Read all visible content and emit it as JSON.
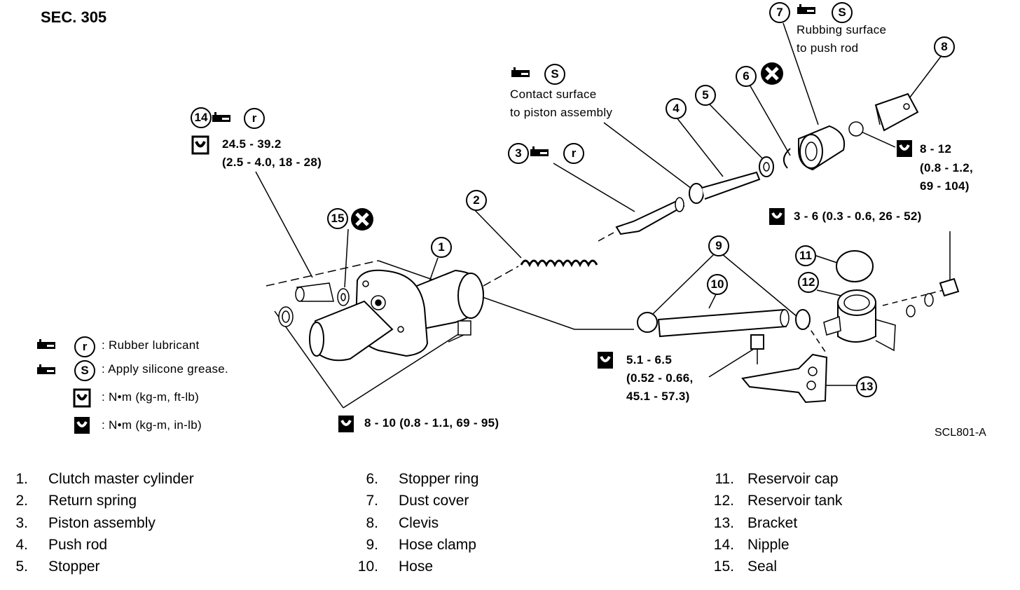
{
  "section": "SEC. 305",
  "figure_code": "SCL801-A",
  "callouts": {
    "c1": "1",
    "c2": "2",
    "c3": "3",
    "c4": "4",
    "c5": "5",
    "c6": "6",
    "c7": "7",
    "c8": "8",
    "c9": "9",
    "c10": "10",
    "c11": "11",
    "c12": "12",
    "c13": "13",
    "c14": "14",
    "c15": "15"
  },
  "symbols": {
    "r": "r",
    "s": "S"
  },
  "annotations": {
    "rubbing_1": "Rubbing surface",
    "rubbing_2": "to push rod",
    "contact_1": "Contact surface",
    "contact_2": "to piston assembly"
  },
  "torques": {
    "nipple_1": "24.5 - 39.2",
    "nipple_2": "(2.5 - 4.0, 18 - 28)",
    "clevis_1": "8 - 12",
    "clevis_2": "(0.8 - 1.2,",
    "clevis_3": "69 - 104)",
    "nut": "3 - 6 (0.3 - 0.6, 26 - 52)",
    "bracket_1": "5.1 - 6.5",
    "bracket_2": "(0.52 - 0.66,",
    "bracket_3": "45.1 - 57.3)",
    "mount": "8 - 10 (0.8 - 1.1, 69 - 95)"
  },
  "legend": [
    {
      "symbol": "r",
      "text": ": Rubber lubricant"
    },
    {
      "symbol": "S",
      "text": ": Apply silicone grease."
    },
    {
      "symbol": "",
      "text": ": N•m (kg-m, ft-lb)"
    },
    {
      "symbol": "",
      "text": ": N•m (kg-m, in-lb)"
    }
  ],
  "parts": [
    {
      "num": "1.",
      "name": "Clutch master cylinder"
    },
    {
      "num": "2.",
      "name": "Return spring"
    },
    {
      "num": "3.",
      "name": "Piston assembly"
    },
    {
      "num": "4.",
      "name": "Push rod"
    },
    {
      "num": "5.",
      "name": "Stopper"
    },
    {
      "num": "6.",
      "name": "Stopper ring"
    },
    {
      "num": "7.",
      "name": "Dust cover"
    },
    {
      "num": "8.",
      "name": "Clevis"
    },
    {
      "num": "9.",
      "name": "Hose clamp"
    },
    {
      "num": "10.",
      "name": "Hose"
    },
    {
      "num": "11.",
      "name": "Reservoir cap"
    },
    {
      "num": "12.",
      "name": "Reservoir tank"
    },
    {
      "num": "13.",
      "name": "Bracket"
    },
    {
      "num": "14.",
      "name": "Nipple"
    },
    {
      "num": "15.",
      "name": "Seal"
    }
  ]
}
